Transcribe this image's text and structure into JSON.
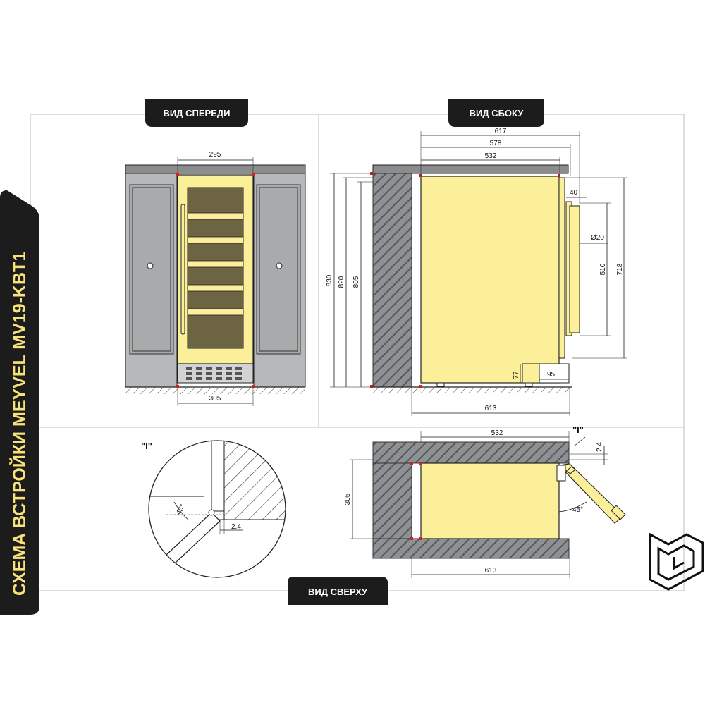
{
  "title": "СХЕМА ВСТРОЙКИ MEYVEL MV19-KBT1",
  "labels": {
    "front_view": "ВИД СПЕРЕДИ",
    "side_view": "ВИД СБОКУ",
    "top_view": "ВИД СВЕРХУ",
    "detail_mark": "\"I\"",
    "detail_mark_top": "\"I\""
  },
  "front": {
    "width_top": "295",
    "width_bottom": "305"
  },
  "side": {
    "d617": "617",
    "d578": "578",
    "d532": "532",
    "h830": "830",
    "h820": "820",
    "h805": "805",
    "d40": "40",
    "dia20": "Ø20",
    "h510": "510",
    "h718": "718",
    "h77": "77",
    "d95": "95",
    "d613": "613"
  },
  "top": {
    "d532": "532",
    "d305": "305",
    "d613": "613",
    "d2_4": "2.4",
    "angle": "45°"
  },
  "detail": {
    "angle": "45°",
    "gap": "2.4"
  },
  "colors": {
    "unit_fill": "#fbef9a",
    "badge": "#1c1c1c",
    "title_color": "#f7e27a"
  }
}
